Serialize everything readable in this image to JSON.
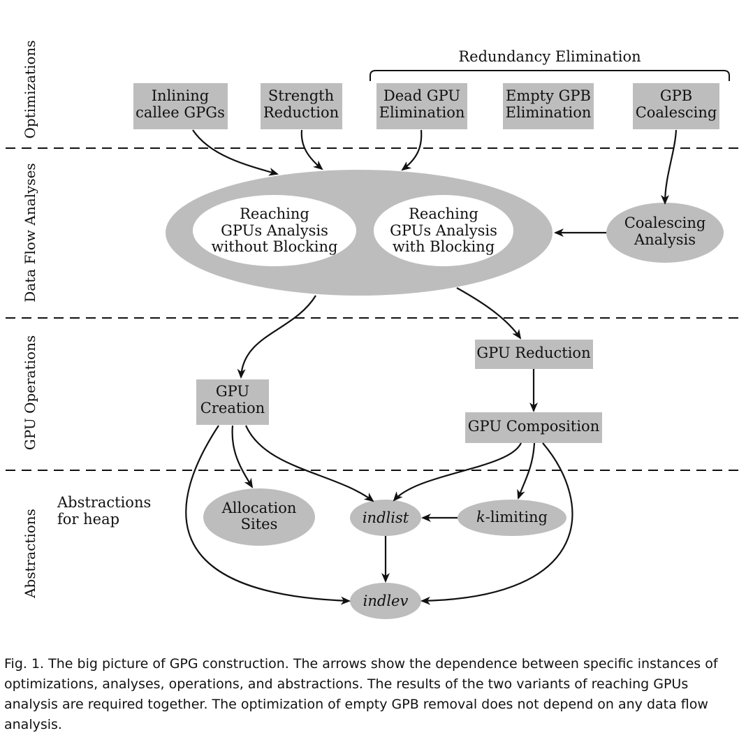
{
  "lanes": {
    "optimizations": "Optimizations",
    "data_flow": "Data Flow Analyses",
    "gpu_ops": "GPU Operations",
    "abstractions": "Abstractions"
  },
  "brace_label": "Redundancy Elimination",
  "nodes": {
    "inlining": [
      "Inlining",
      "callee GPGs"
    ],
    "strength": [
      "Strength",
      "Reduction"
    ],
    "dead_gpu": [
      "Dead GPU",
      "Elimination"
    ],
    "empty_gpb": [
      "Empty GPB",
      "Elimination"
    ],
    "gpb_coalescing": [
      "GPB",
      "Coalescing"
    ],
    "rg_without": [
      "Reaching",
      "GPUs Analysis",
      "without Blocking"
    ],
    "rg_with": [
      "Reaching",
      "GPUs Analysis",
      "with Blocking"
    ],
    "coalescing_analysis": [
      "Coalescing",
      "Analysis"
    ],
    "gpu_reduction": "GPU Reduction",
    "gpu_creation": [
      "GPU",
      "Creation"
    ],
    "gpu_composition": "GPU Composition",
    "allocation_sites": [
      "Allocation",
      "Sites"
    ],
    "indlist": "indlist",
    "k_letter": "k",
    "k_rest": "-limiting",
    "indlev": "indlev"
  },
  "heap_label": [
    "Abstractions",
    "for heap"
  ],
  "caption": "Fig. 1. The big picture of GPG construction. The arrows show the dependence between specific instances of optimizations, analyses, operations, and abstractions. The results of the two variants of reaching GPUs analysis are required together. The optimization of empty GPB removal does not depend on any data flow analysis."
}
